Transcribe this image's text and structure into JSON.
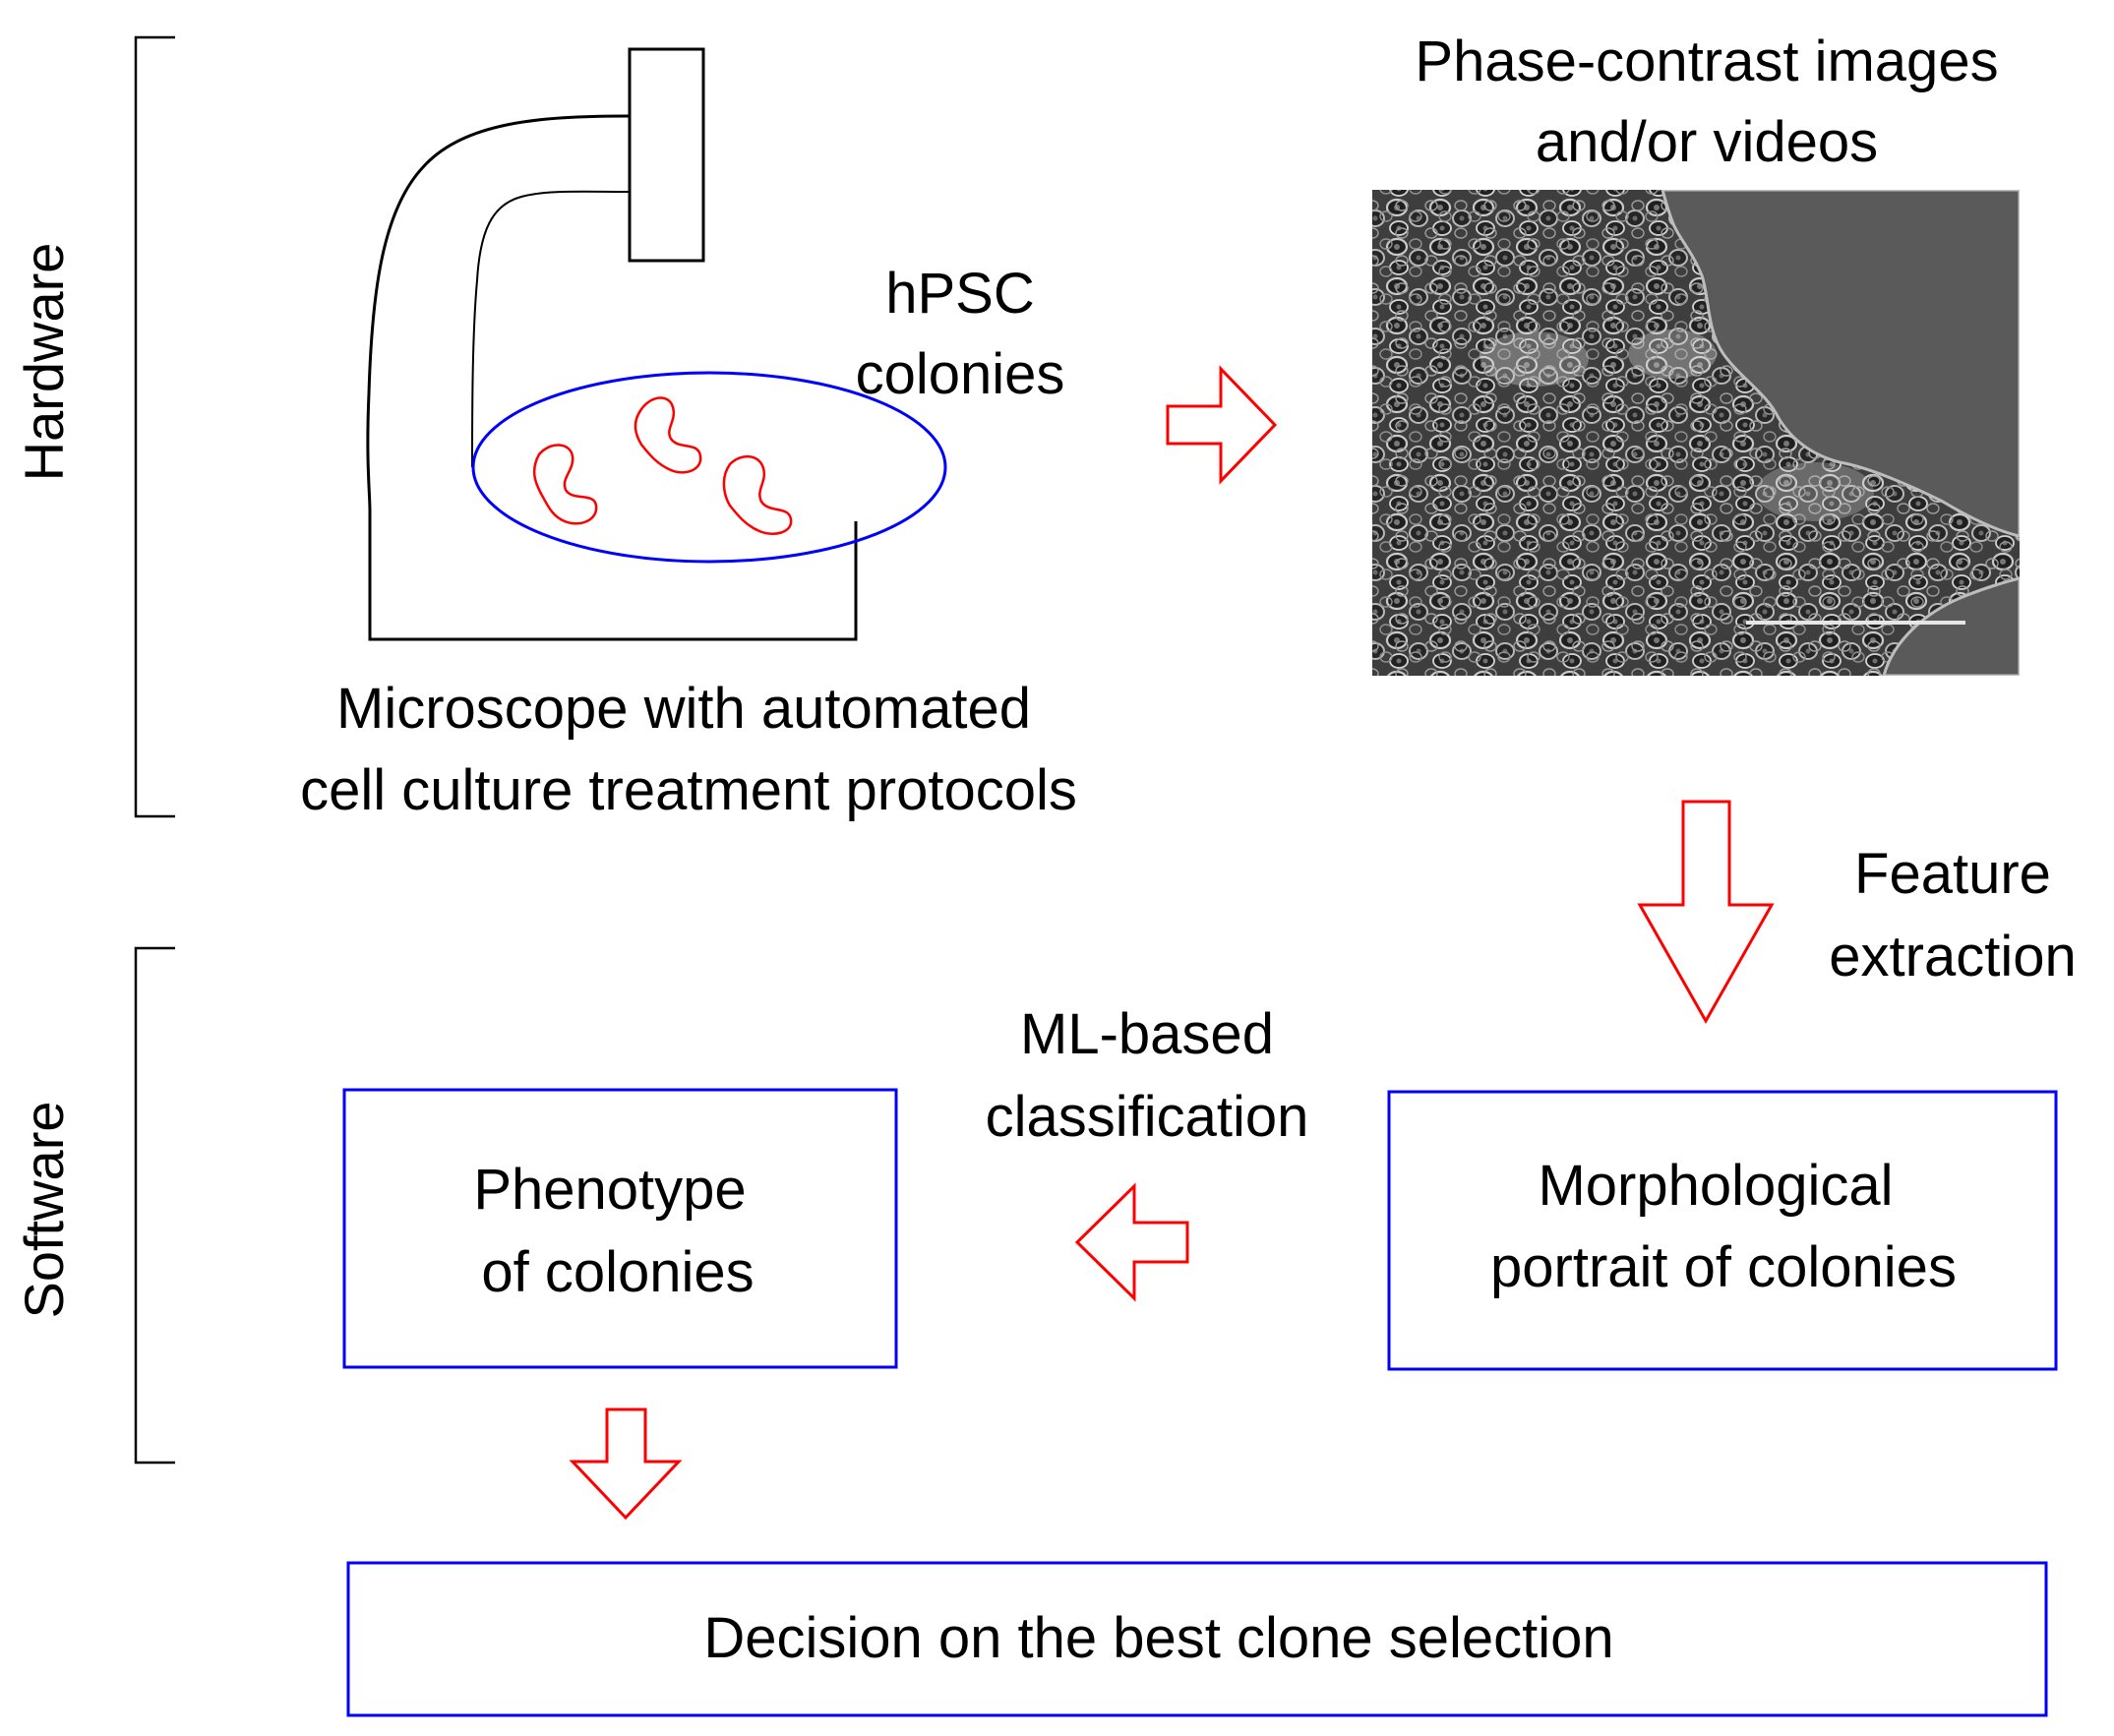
{
  "sections": {
    "hardware_label": "Hardware",
    "software_label": "Software"
  },
  "microscope": {
    "caption_line1": "Microscope with automated",
    "caption_line2": "cell culture treatment protocols"
  },
  "colonies_label": {
    "line1": "hPSC",
    "line2": "colonies"
  },
  "image_panel": {
    "title_line1": "Phase-contrast images",
    "title_line2": "and/or videos"
  },
  "feature_extraction": {
    "line1": "Feature",
    "line2": "extraction"
  },
  "ml_classification": {
    "line1": "ML-based",
    "line2": "classification"
  },
  "boxes": {
    "portrait_line1": "Morphological",
    "portrait_line2": "portrait of colonies",
    "phenotype_line1": "Phenotype",
    "phenotype_line2": "of colonies",
    "decision": "Decision on the best clone selection"
  },
  "colors": {
    "arrow": "#ff0000",
    "box_border": "#0000ff",
    "dish": "#0000ff",
    "colony": "#ff0000",
    "text": "#000000"
  }
}
